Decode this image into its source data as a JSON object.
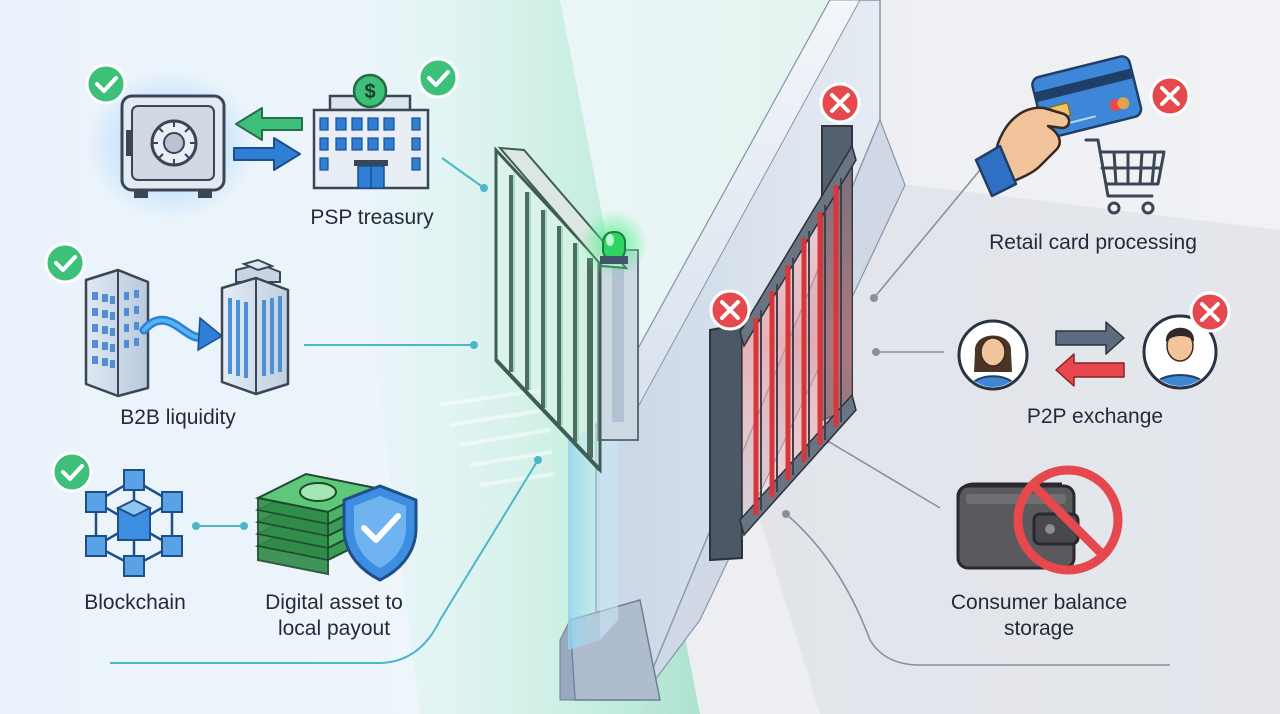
{
  "allowed_use_cases": [
    {
      "id": "psp-treasury",
      "label": "PSP treasury",
      "status": "allowed",
      "status_icon": "check-icon"
    },
    {
      "id": "b2b-liquidity",
      "label": "B2B liquidity",
      "status": "allowed",
      "status_icon": "check-icon"
    },
    {
      "id": "blockchain",
      "label": "Blockchain",
      "status": "allowed",
      "status_icon": "check-icon"
    },
    {
      "id": "digital-asset-payout",
      "label_lines": [
        "Digital asset to",
        "local payout"
      ],
      "status": "allowed"
    }
  ],
  "blocked_use_cases": [
    {
      "id": "retail-card-processing",
      "label": "Retail card processing",
      "status": "blocked",
      "status_icon": "x-icon"
    },
    {
      "id": "p2p-exchange",
      "label": "P2P exchange",
      "status": "blocked",
      "status_icon": "x-icon"
    },
    {
      "id": "consumer-balance-storage",
      "label_lines": [
        "Consumer balance",
        "storage"
      ],
      "status": "blocked",
      "status_icon": "prohibited-icon"
    }
  ],
  "icons": {
    "psp-treasury": [
      "vault-icon",
      "bank-building-icon",
      "transfer-arrows-icon"
    ],
    "b2b-liquidity": [
      "office-building-icon",
      "office-building-icon",
      "flow-arrow-icon"
    ],
    "blockchain": [
      "blockchain-cubes-icon"
    ],
    "digital-asset-payout": [
      "cash-stack-icon",
      "shield-check-icon"
    ],
    "retail-card-processing": [
      "hand-card-icon",
      "shopping-cart-icon"
    ],
    "p2p-exchange": [
      "person-icon",
      "person-icon",
      "exchange-arrows-icon"
    ],
    "consumer-balance-storage": [
      "wallet-icon",
      "prohibited-icon"
    ],
    "gate": [
      "open-gate-icon",
      "closed-gate-icon",
      "green-status-light-icon",
      "concrete-barrier-icon"
    ]
  },
  "colors": {
    "allowed": "#3cc07a",
    "blocked": "#e5484d",
    "primary_blue": "#2f7fd6",
    "text": "#1f2a3a"
  }
}
